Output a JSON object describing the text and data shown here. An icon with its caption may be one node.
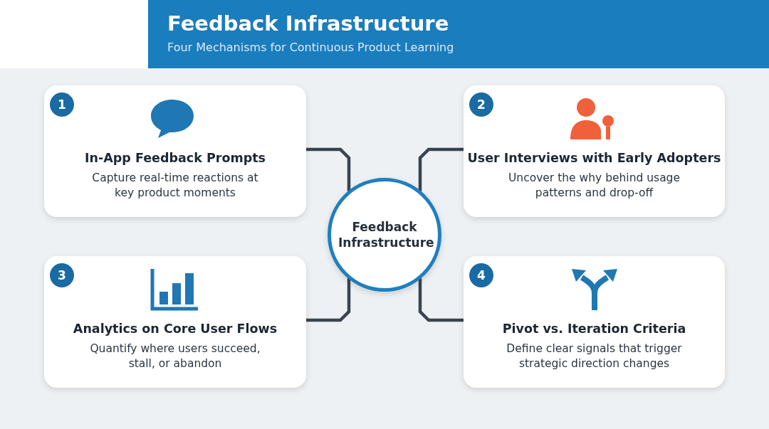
{
  "diagram": {
    "title": "Feedback Infrastructure",
    "caption": "Four Mechanisms for Continuous Product Learning",
    "nodes": [
      {
        "text": [
          "1",
          "In-App Feedback Prompts",
          "Capture real-time reactions at key product moments"
        ]
      },
      {
        "text": [
          "2",
          "User Interviews with Early Adopters",
          "Uncover the why behind usage patterns and drop-off"
        ]
      },
      {
        "text": [
          "Feedback Infrastructure"
        ]
      },
      {
        "text": [
          "3",
          "Analytics on Core User Flows",
          "Quantify where users succeed, stall, or abandon"
        ]
      },
      {
        "text": [
          "4",
          "Pivot vs. Iteration Criteria",
          "Define clear signals that trigger strategic direction changes"
        ]
      }
    ],
    "edges": [
      {
        "from": 0,
        "to": 2,
        "arrow": "none"
      },
      {
        "from": 1,
        "to": 2,
        "arrow": "none"
      },
      {
        "from": 3,
        "to": 2,
        "arrow": "none"
      },
      {
        "from": 4,
        "to": 2,
        "arrow": "none"
      }
    ]
  }
}
